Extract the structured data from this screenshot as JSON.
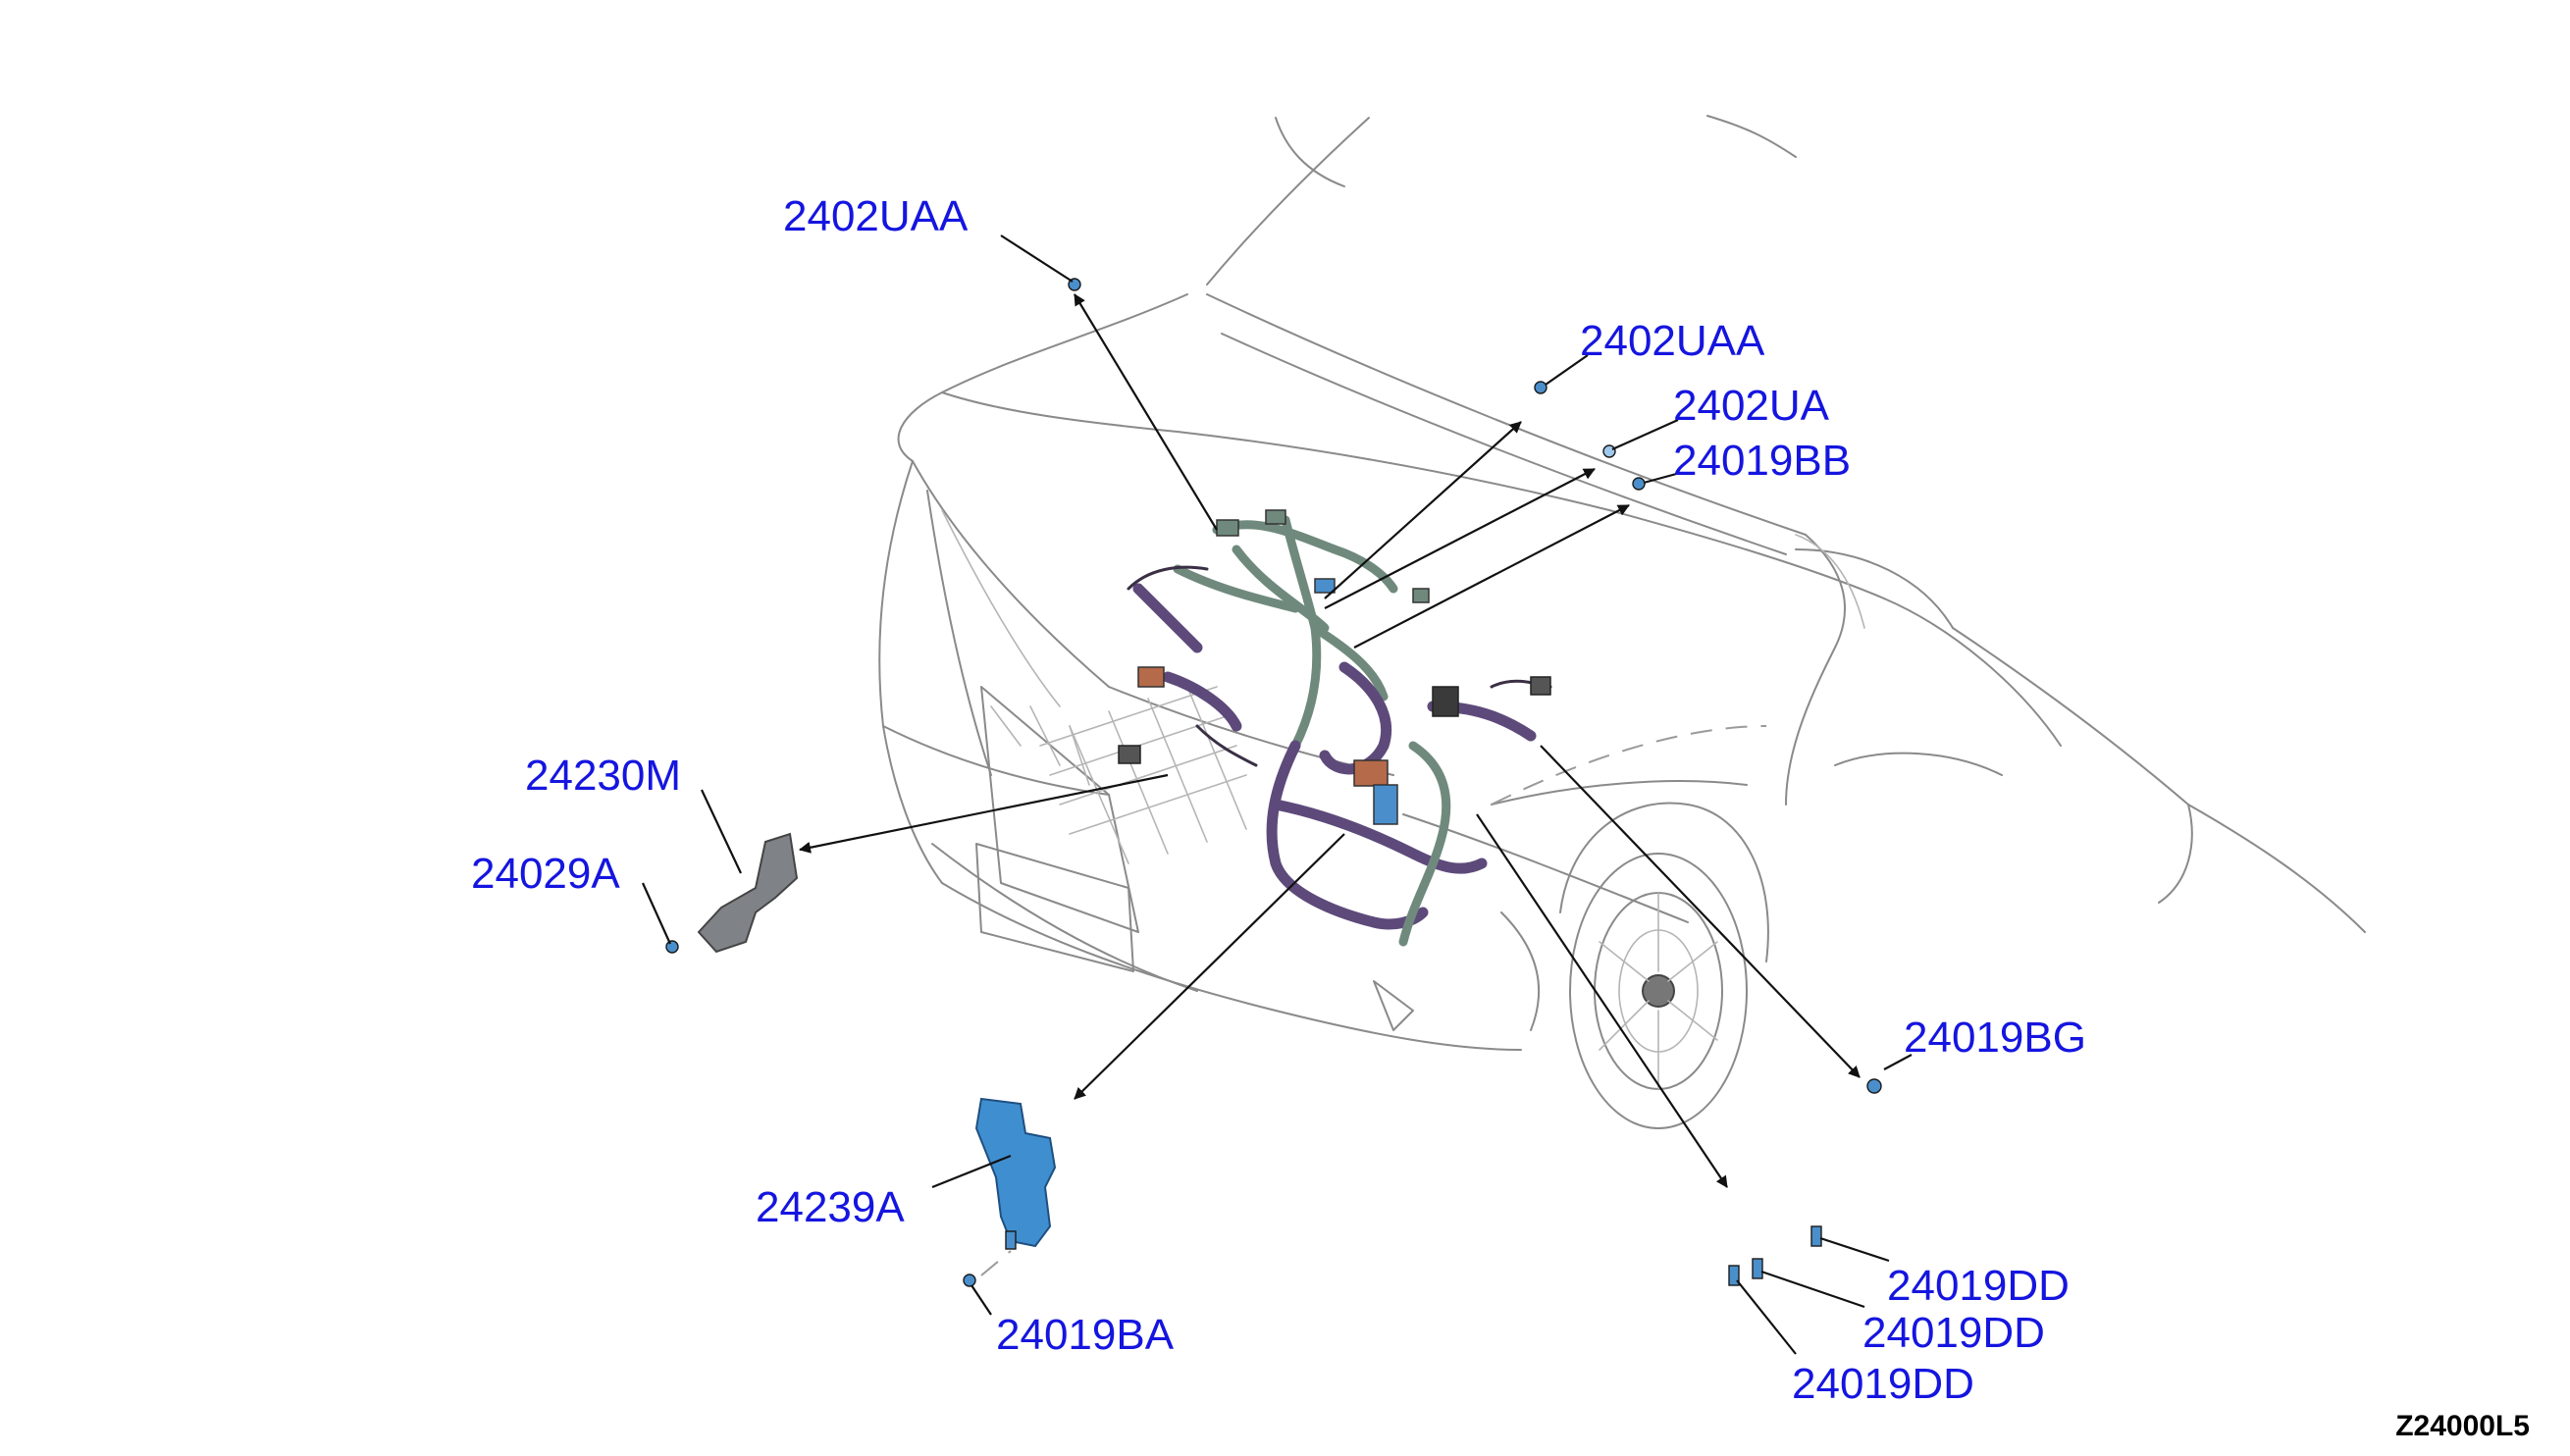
{
  "colors": {
    "callout_text": "#1515e0",
    "footer_text": "#000000",
    "bracket_gray": "#7f8286",
    "bracket_blue": "#3f8fd0",
    "harness_green": "#6f8a7d",
    "harness_purple": "#5d4a7a",
    "connector_orange": "#b56a4a",
    "fastener_blue": "#4a8fcc"
  },
  "callouts": [
    {
      "id": "top-left",
      "label": "2402UAA"
    },
    {
      "id": "top-right",
      "label": "2402UAA"
    },
    {
      "id": "ua",
      "label": "2402UA"
    },
    {
      "id": "bb",
      "label": "24019BB"
    },
    {
      "id": "cm",
      "label": "24230M"
    },
    {
      "id": "a29",
      "label": "24029A"
    },
    {
      "id": "bg",
      "label": "24019BG"
    },
    {
      "id": "a239",
      "label": "24239A"
    },
    {
      "id": "ba",
      "label": "24019BA"
    },
    {
      "id": "dd1",
      "label": "24019DD"
    },
    {
      "id": "dd2",
      "label": "24019DD"
    },
    {
      "id": "dd3",
      "label": "24019DD"
    }
  ],
  "diagram_code": "Z24000L5",
  "icons": [
    "car-outline-icon",
    "wiring-harness-icon",
    "bracket-icon",
    "fastener-icon"
  ]
}
